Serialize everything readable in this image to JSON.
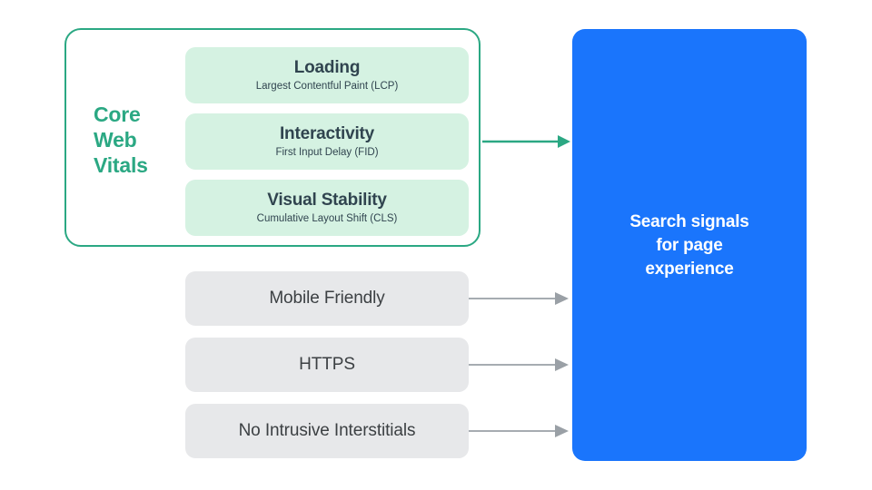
{
  "diagram": {
    "title": "Search signals for page experience",
    "colors": {
      "green_accent": "#2ba883",
      "green_card": "#d5f2e2",
      "gray_card": "#e7e8ea",
      "blue_box": "#1a75fc",
      "arrow_gray": "#9aa0a6",
      "text_dark": "#30444f"
    }
  },
  "core_web_vitals": {
    "group_label": "Core Web Vitals",
    "group_label_lines": [
      "Core",
      "Web",
      "Vitals"
    ],
    "metrics": [
      {
        "title": "Loading",
        "subtitle": "Largest Contentful Paint (LCP)"
      },
      {
        "title": "Interactivity",
        "subtitle": "First Input Delay (FID)"
      },
      {
        "title": "Visual Stability",
        "subtitle": "Cumulative Layout Shift (CLS)"
      }
    ]
  },
  "other_signals": [
    {
      "label": "Mobile Friendly"
    },
    {
      "label": "HTTPS"
    },
    {
      "label": "No Intrusive Interstitials"
    }
  ],
  "destination": {
    "lines": [
      "Search signals",
      "for page",
      "experience"
    ],
    "text": "Search signals for page experience"
  },
  "arrows": [
    {
      "name": "arrow-core-web-vitals",
      "color": "#2ba883"
    },
    {
      "name": "arrow-mobile-friendly",
      "color": "#9aa0a6"
    },
    {
      "name": "arrow-https",
      "color": "#9aa0a6"
    },
    {
      "name": "arrow-no-intrusive-interstitials",
      "color": "#9aa0a6"
    }
  ]
}
